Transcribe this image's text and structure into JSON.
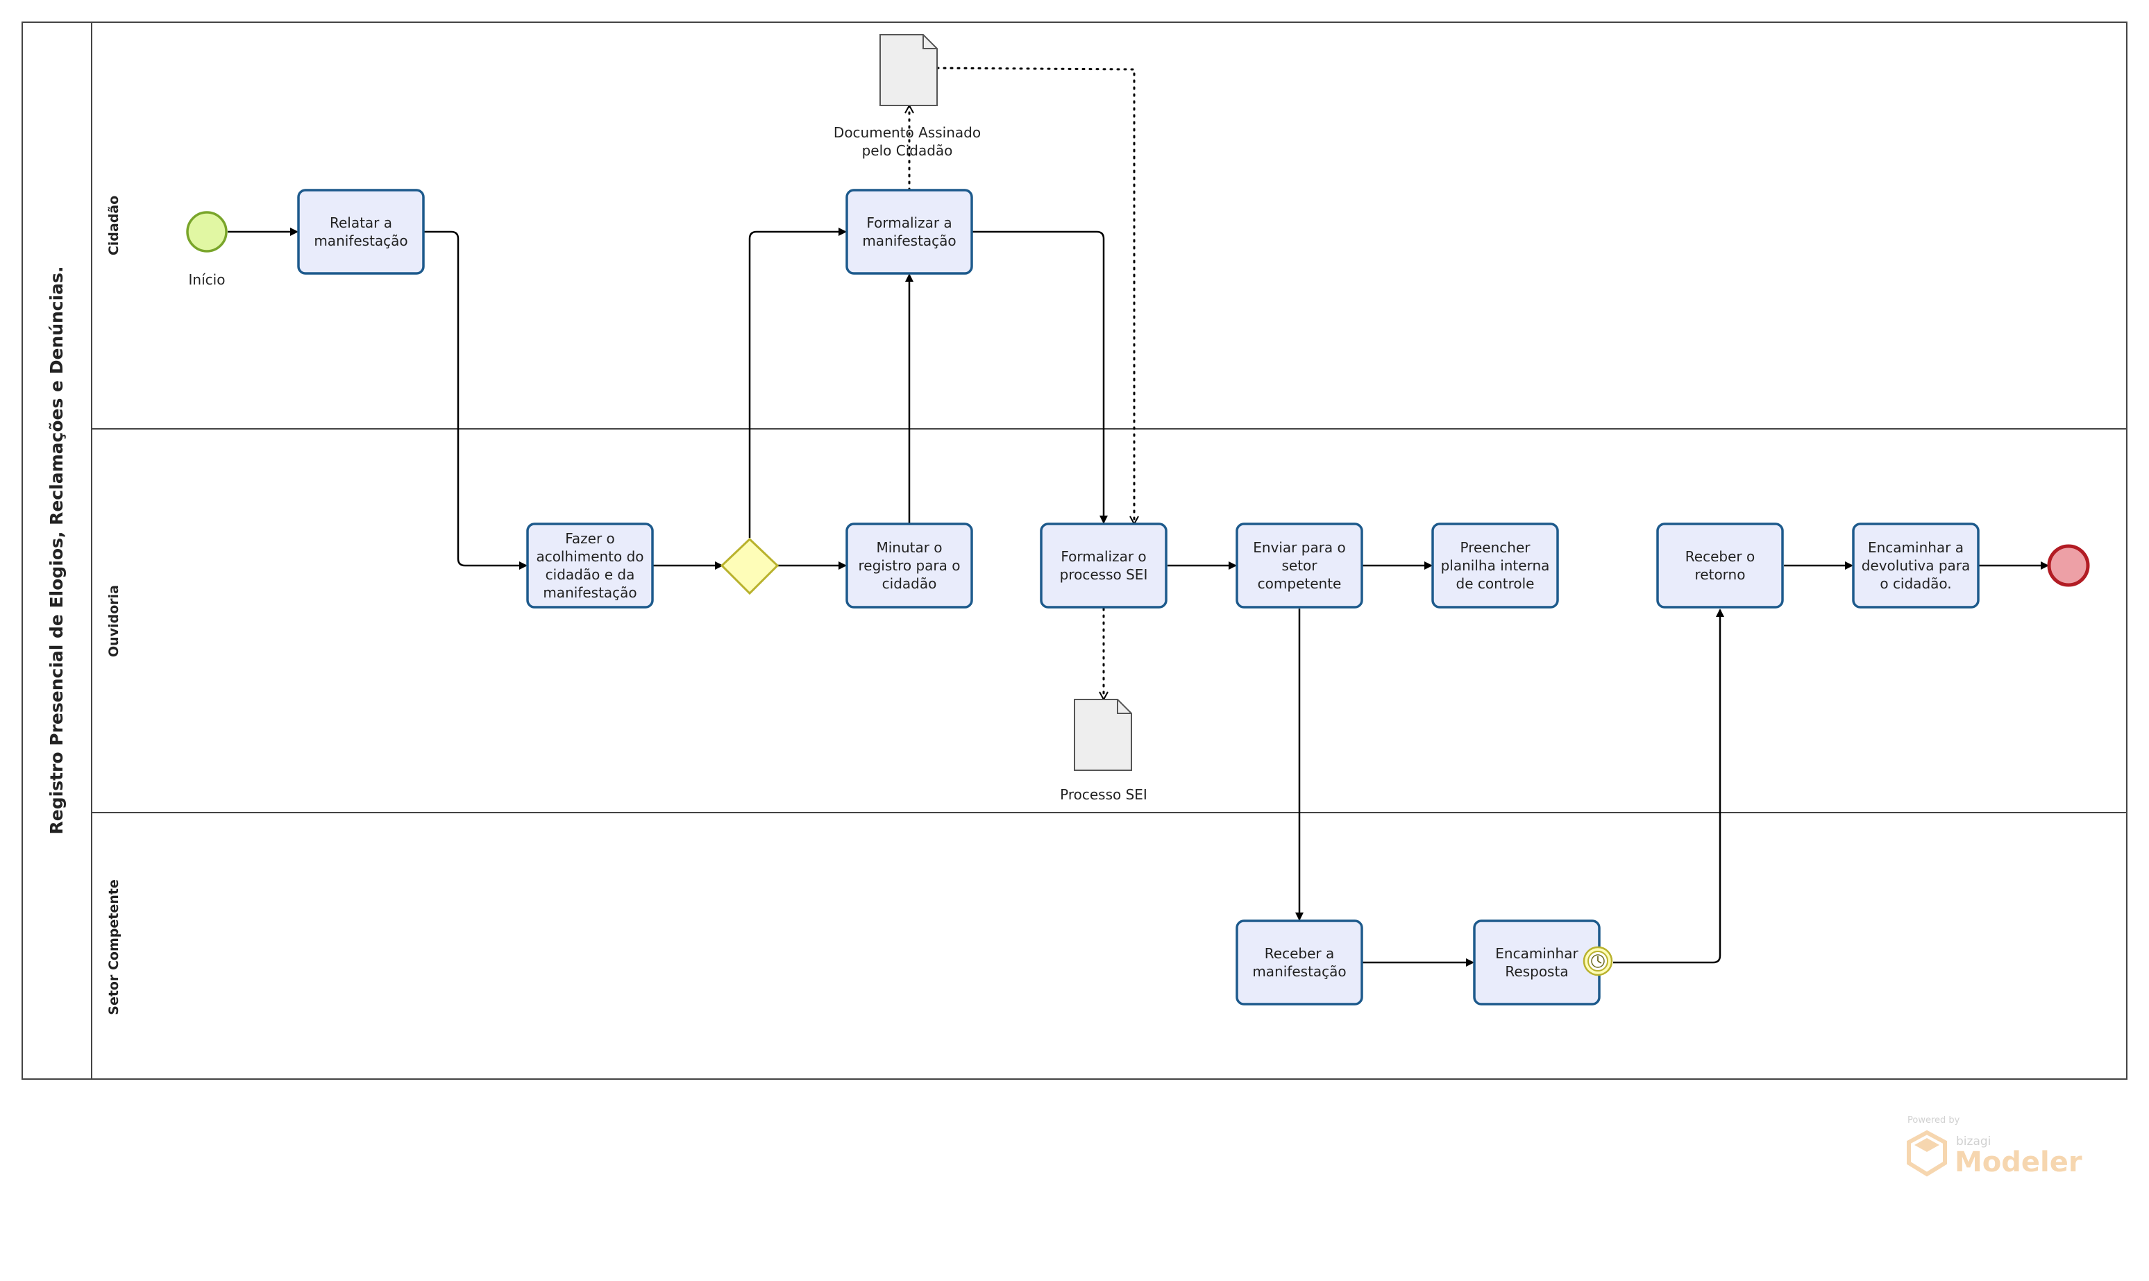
{
  "pool": {
    "title": "Registro Presencial de Elogios, Reclamações e Denúncias."
  },
  "lanes": [
    {
      "id": "cidadao",
      "label": "Cidadão"
    },
    {
      "id": "ouvidoria",
      "label": "Ouvidoria"
    },
    {
      "id": "setor",
      "label": "Setor Competente"
    }
  ],
  "tasks": {
    "relatar": [
      "Relatar a",
      "manifestação"
    ],
    "formalizar_manif": [
      "Formalizar a",
      "manifestação"
    ],
    "fazer": [
      "Fazer o",
      "acolhimento do",
      "cidadão e da",
      "manifestação"
    ],
    "minutar": [
      "Minutar o",
      "registro para o",
      "cidadão"
    ],
    "formalizar_sei": [
      "Formalizar o",
      "processo SEI"
    ],
    "enviar": [
      "Enviar para o",
      "setor",
      "competente"
    ],
    "preencher": [
      "Preencher",
      "planilha interna",
      "de controle"
    ],
    "receber_retorno": [
      "Receber o",
      "retorno"
    ],
    "encaminhar_devolutiva": [
      "Encaminhar a",
      "devolutiva para",
      "o cidadão."
    ],
    "receber_manif": [
      "Receber a",
      "manifestação"
    ],
    "encaminhar_resposta": [
      "Encaminhar",
      "Resposta"
    ]
  },
  "events": {
    "start_label": "Início"
  },
  "artifacts": {
    "doc_assinado": [
      "Documento Assinado",
      "pelo Cidadão"
    ],
    "processo_sei": [
      "Processo SEI"
    ]
  },
  "branding": {
    "powered_by": "Powered by",
    "vendor": "bizagi",
    "product": "Modeler"
  },
  "colors": {
    "task_fill": "#e9ecfb",
    "task_stroke": "#1d5a8c",
    "start_fill": "#e1f7a3",
    "start_stroke": "#79a52a",
    "end_fill": "#eda0a6",
    "end_stroke": "#b21c24",
    "gateway_fill": "#fefdb8",
    "gateway_stroke": "#b9b22d",
    "artifact_fill": "#eeeeee",
    "artifact_stroke": "#555555"
  }
}
